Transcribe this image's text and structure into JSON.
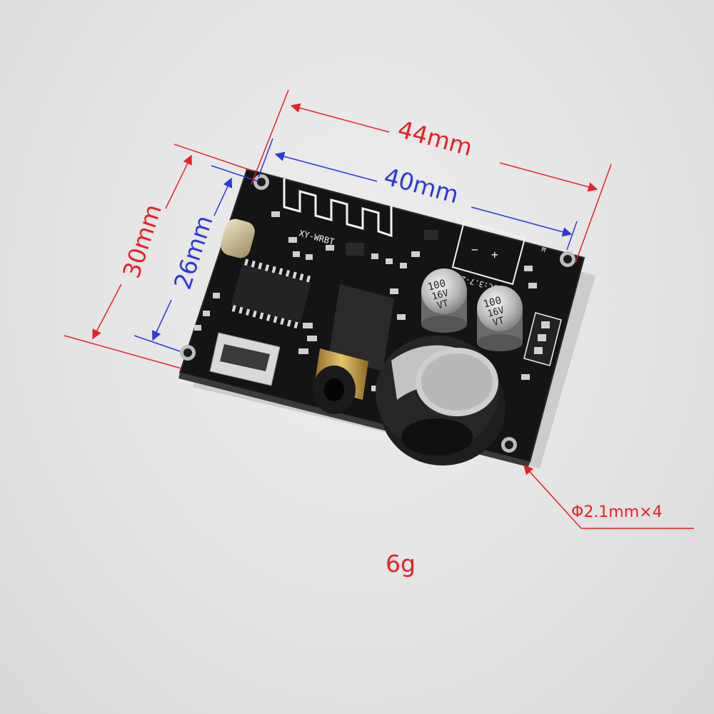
{
  "dimensions": {
    "outer_length": "44mm",
    "inner_length": "40mm",
    "outer_width": "30mm",
    "inner_width": "26mm",
    "hole_spec": "Φ2.1mm×4"
  },
  "weight": "6g",
  "board": {
    "model_label": "XY-WRBT",
    "power_label": "DC:3.7-24V",
    "polarity_minus": "−",
    "polarity_plus": "+",
    "mute_label": "M",
    "capacitor_top_1": "100",
    "capacitor_top_2": "16V",
    "capacitor_top_3": "VT"
  },
  "colors": {
    "red_annotation": "#e8202a",
    "blue_annotation": "#2d39d8",
    "pcb": "#141414"
  }
}
